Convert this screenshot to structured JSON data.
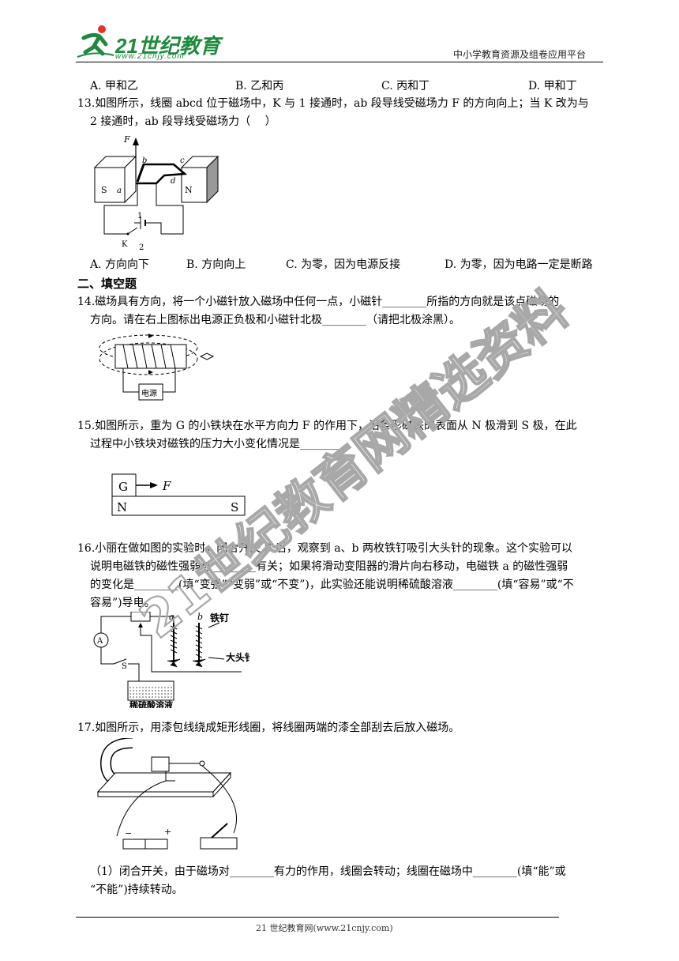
{
  "header": {
    "logo_text": "21世纪教育",
    "logo_url": "www.21cnjy.com",
    "right_text": "中小学教育资源及组卷应用平台"
  },
  "q12_options": [
    "A. 甲和乙",
    "B. 乙和丙",
    "C. 丙和丁",
    "D. 甲和丁"
  ],
  "q13": {
    "line1": "13.如图所示，线圈 abcd 位于磁场中，K 与 1 接通时，ab 段导线受磁场力 F 的方向向上；当 K 改为与",
    "line2": "2 接通时，ab 段导线受磁场力（　 ）",
    "fig_labels": [
      "F",
      "b",
      "c",
      "S",
      "a",
      "d",
      "N",
      "1",
      "K",
      "2"
    ],
    "options": [
      "A. 方向向下",
      "B. 方向向上",
      "C. 为零，因为电源反接",
      "D. 为零，因为电路一定是断路"
    ]
  },
  "section2_title": "二、填空题",
  "q14": {
    "line1": "14.磁场具有方向，将一个小磁针放入磁场中任何一点，小磁针________所指的方向就是该点磁场的",
    "line2": "方向。请在右上图标出电源正负极和小磁针北极________（请把北极涂黑）。",
    "fig_label": "电源"
  },
  "q15": {
    "line1": "15.如图所示，重为 G 的小铁块在水平方向力 F 的作用下，沿条形磁铁的表面从 N 极滑到 S 极，在此",
    "line2": "过程中小铁块对磁铁的压力大小变化情况是________。",
    "fig_labels": [
      "G",
      "F",
      "N",
      "S"
    ]
  },
  "q16": {
    "line1": "16.小丽在做如图的实验时，闭合开关 S 后，观察到 a、b 两枚铁钉吸引大头针的现象。这个实验可以",
    "line2": "说明电磁铁的磁性强弱与________有关；如果将滑动变阻器的滑片向右移动，电磁铁 a 的磁性强弱",
    "line3": "的变化是________(填“变强”“变弱”或“不变”)，此实验还能说明稀硫酸溶液________(填“容易”或“不",
    "line4": "容易”)导电。",
    "fig_labels": [
      "a",
      "b",
      "铁钉",
      "A",
      "大头针",
      "S",
      "稀硫酸溶液"
    ]
  },
  "q17": {
    "line1": "17.如图所示，用漆包线绕成矩形线圈，将线圈两端的漆全部刮去后放入磁场。",
    "sub1_line1": "（1）闭合开关，由于磁场对________有力的作用，线圈会转动；线圈在磁场中________(填“能”或",
    "sub1_line2": "“不能”)持续转动。",
    "fig_labels": [
      "+",
      "−"
    ]
  },
  "watermark": "21世纪教育网精选资料",
  "footer_text": "21 世纪教育网(www.21cnjy.com)"
}
